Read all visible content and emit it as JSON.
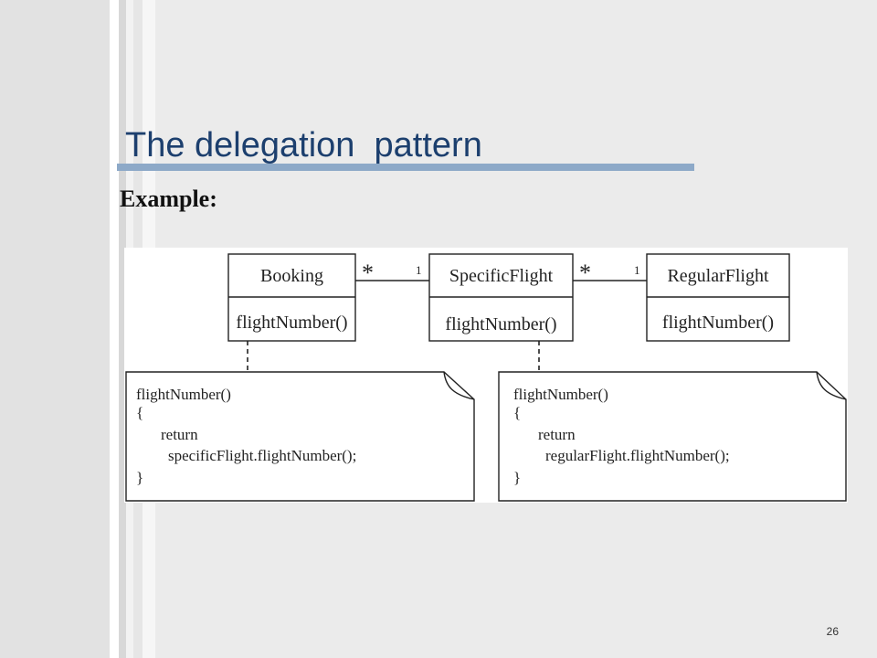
{
  "slide": {
    "title": "The delegation  pattern",
    "subtitle": "Example:",
    "page_number": "26"
  },
  "diagram": {
    "classes": [
      {
        "name": "Booking",
        "operation": "flightNumber()"
      },
      {
        "name": "SpecificFlight",
        "operation": "flightNumber()"
      },
      {
        "name": "RegularFlight",
        "operation": "flightNumber()"
      }
    ],
    "associations": [
      {
        "from": "Booking",
        "to": "SpecificFlight",
        "from_multiplicity": "*",
        "to_multiplicity": "1"
      },
      {
        "from": "SpecificFlight",
        "to": "RegularFlight",
        "from_multiplicity": "*",
        "to_multiplicity": "1"
      }
    ],
    "notes": [
      {
        "attached_to": "Booking",
        "lines": [
          "flightNumber()",
          "{",
          "return",
          "specificFlight.flightNumber();",
          "}"
        ]
      },
      {
        "attached_to": "SpecificFlight",
        "lines": [
          "flightNumber()",
          "{",
          "return",
          "regularFlight.flightNumber();",
          "}"
        ]
      }
    ]
  },
  "colors": {
    "title": "#1c3f6e",
    "title_rule": "#8da9c8"
  }
}
